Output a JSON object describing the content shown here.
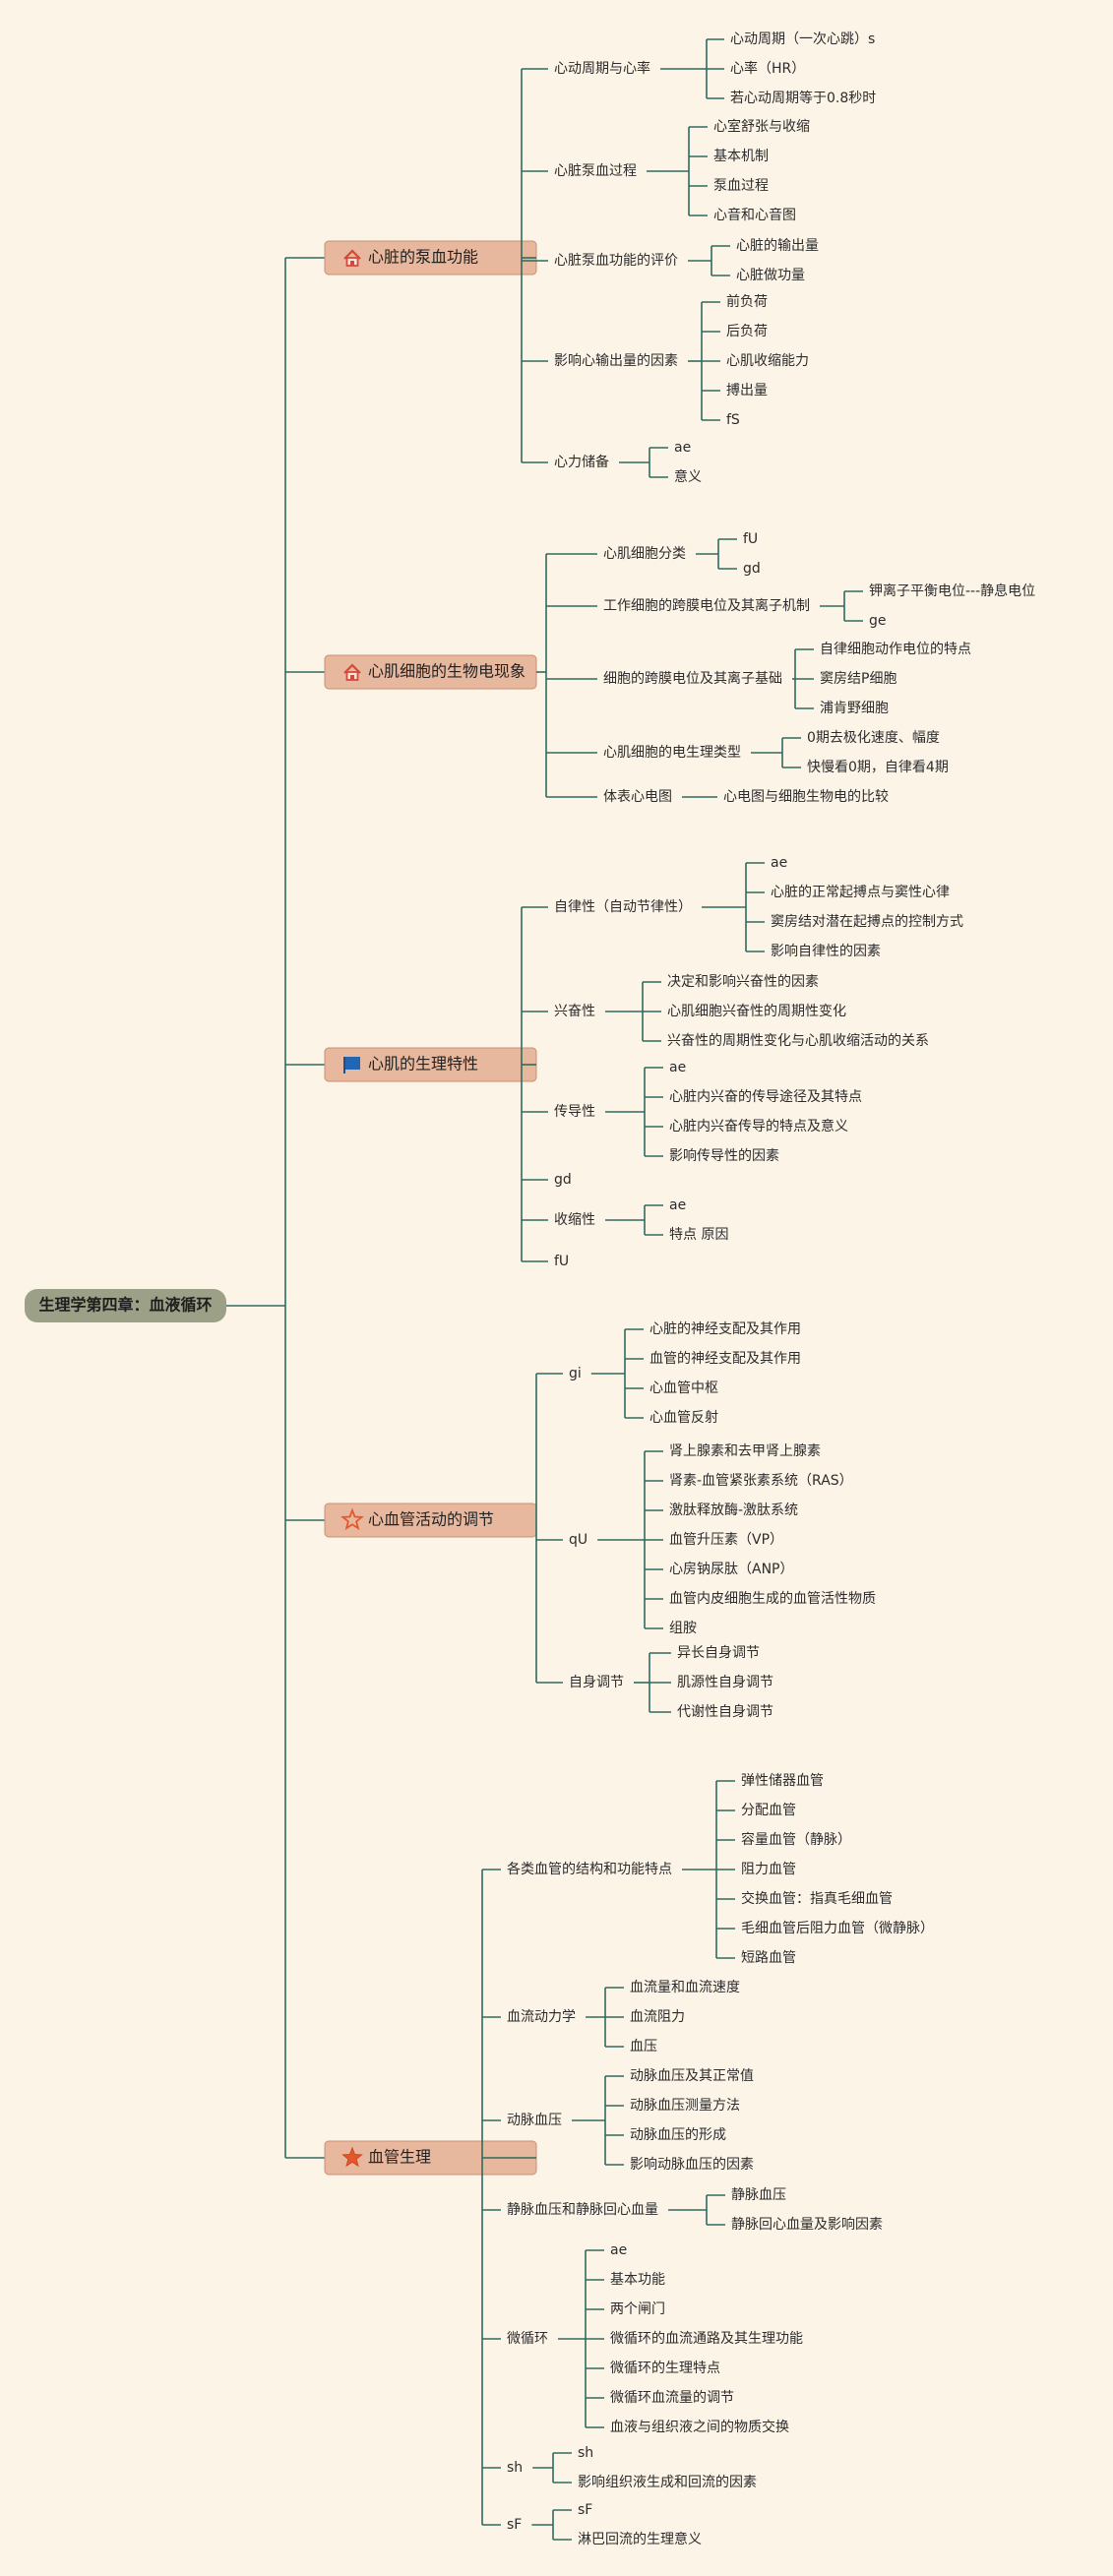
{
  "root": "生理学第四章：血液循环",
  "colors": {
    "line": "#2f6b5e",
    "root_box": "#9ba086",
    "main_box": "#e7b79e",
    "main_border": "#c98f74",
    "background": "#fdf4e8"
  },
  "sections": [
    {
      "label": "心脏的泵血功能",
      "icon": "home-icon",
      "children": [
        {
          "label": "心动周期与心率",
          "children": [
            {
              "label": "心动周期（一次心跳）s"
            },
            {
              "label": "心率（HR）"
            },
            {
              "label": "若心动周期等于0.8秒时"
            }
          ]
        },
        {
          "label": "心脏泵血过程",
          "children": [
            {
              "label": "心室舒张与收缩"
            },
            {
              "label": "基本机制"
            },
            {
              "label": "泵血过程"
            },
            {
              "label": "心音和心音图"
            }
          ]
        },
        {
          "label": "心脏泵血功能的评价",
          "children": [
            {
              "label": "心脏的输出量"
            },
            {
              "label": "心脏做功量"
            }
          ]
        },
        {
          "label": "影响心输出量的因素",
          "children": [
            {
              "label": "前负荷"
            },
            {
              "label": "后负荷"
            },
            {
              "label": "心肌收缩能力"
            },
            {
              "label": "搏出量"
            },
            {
              "label": "fS"
            }
          ]
        },
        {
          "label": "心力储备",
          "children": [
            {
              "label": "ae"
            },
            {
              "label": "意义"
            }
          ]
        }
      ]
    },
    {
      "label": "心肌细胞的生物电现象",
      "icon": "home-icon",
      "children": [
        {
          "label": "心肌细胞分类",
          "children": [
            {
              "label": "fU"
            },
            {
              "label": "gd"
            }
          ]
        },
        {
          "label": "工作细胞的跨膜电位及其离子机制",
          "children": [
            {
              "label": "钾离子平衡电位---静息电位"
            },
            {
              "label": "ge"
            }
          ]
        },
        {
          "label": "细胞的跨膜电位及其离子基础",
          "children": [
            {
              "label": "自律细胞动作电位的特点"
            },
            {
              "label": "窦房结P细胞"
            },
            {
              "label": "浦肯野细胞"
            }
          ]
        },
        {
          "label": "心肌细胞的电生理类型",
          "children": [
            {
              "label": "0期去极化速度、幅度"
            },
            {
              "label": "快慢看0期，自律看4期"
            }
          ]
        },
        {
          "label": "体表心电图",
          "children": [
            {
              "label": "心电图与细胞生物电的比较"
            }
          ]
        }
      ]
    },
    {
      "label": "心肌的生理特性",
      "icon": "flag-icon",
      "children": [
        {
          "label": "自律性（自动节律性）",
          "children": [
            {
              "label": "ae"
            },
            {
              "label": "心脏的正常起搏点与窦性心律"
            },
            {
              "label": "窦房结对潜在起搏点的控制方式"
            },
            {
              "label": "影响自律性的因素"
            }
          ]
        },
        {
          "label": "兴奋性",
          "children": [
            {
              "label": "决定和影响兴奋性的因素"
            },
            {
              "label": "心肌细胞兴奋性的周期性变化"
            },
            {
              "label": "兴奋性的周期性变化与心肌收缩活动的关系"
            }
          ]
        },
        {
          "label": "传导性",
          "children": [
            {
              "label": "ae"
            },
            {
              "label": "心脏内兴奋的传导途径及其特点"
            },
            {
              "label": "心脏内兴奋传导的特点及意义"
            },
            {
              "label": "影响传导性的因素"
            }
          ]
        },
        {
          "label": "gd",
          "children": []
        },
        {
          "label": "收缩性",
          "children": [
            {
              "label": "ae"
            },
            {
              "label": "特点 原因"
            }
          ]
        },
        {
          "label": "fU",
          "children": []
        }
      ]
    },
    {
      "label": "心血管活动的调节",
      "icon": "star-outline-icon",
      "children": [
        {
          "label": "gi",
          "children": [
            {
              "label": "心脏的神经支配及其作用"
            },
            {
              "label": "血管的神经支配及其作用"
            },
            {
              "label": "心血管中枢"
            },
            {
              "label": "心血管反射"
            }
          ]
        },
        {
          "label": "qU",
          "children": [
            {
              "label": "肾上腺素和去甲肾上腺素"
            },
            {
              "label": "肾素-血管紧张素系统（RAS）"
            },
            {
              "label": "激肽释放酶-激肽系统"
            },
            {
              "label": "血管升压素（VP）"
            },
            {
              "label": "心房钠尿肽（ANP）"
            },
            {
              "label": "血管内皮细胞生成的血管活性物质"
            },
            {
              "label": "组胺"
            }
          ]
        },
        {
          "label": "自身调节",
          "children": [
            {
              "label": "异长自身调节"
            },
            {
              "label": "肌源性自身调节"
            },
            {
              "label": "代谢性自身调节"
            }
          ]
        }
      ]
    },
    {
      "label": "血管生理",
      "icon": "star-filled-icon",
      "children": [
        {
          "label": "各类血管的结构和功能特点",
          "children": [
            {
              "label": "弹性储器血管"
            },
            {
              "label": "分配血管"
            },
            {
              "label": "容量血管（静脉）"
            },
            {
              "label": "阻力血管"
            },
            {
              "label": "交换血管：指真毛细血管"
            },
            {
              "label": "毛细血管后阻力血管（微静脉）"
            },
            {
              "label": "短路血管"
            }
          ]
        },
        {
          "label": "血流动力学",
          "children": [
            {
              "label": "血流量和血流速度"
            },
            {
              "label": "血流阻力"
            },
            {
              "label": "血压"
            }
          ]
        },
        {
          "label": "动脉血压",
          "children": [
            {
              "label": "动脉血压及其正常值"
            },
            {
              "label": "动脉血压测量方法"
            },
            {
              "label": "动脉血压的形成"
            },
            {
              "label": "影响动脉血压的因素"
            }
          ]
        },
        {
          "label": "静脉血压和静脉回心血量",
          "children": [
            {
              "label": "静脉血压"
            },
            {
              "label": "静脉回心血量及影响因素"
            }
          ]
        },
        {
          "label": "微循环",
          "children": [
            {
              "label": "ae"
            },
            {
              "label": "基本功能"
            },
            {
              "label": "两个闸门"
            },
            {
              "label": "微循环的血流通路及其生理功能"
            },
            {
              "label": "微循环的生理特点"
            },
            {
              "label": "微循环血流量的调节"
            },
            {
              "label": "血液与组织液之间的物质交换"
            }
          ]
        },
        {
          "label": "sh",
          "children": [
            {
              "label": "sh"
            },
            {
              "label": "影响组织液生成和回流的因素"
            }
          ]
        },
        {
          "label": "sF",
          "children": [
            {
              "label": "sF"
            },
            {
              "label": "淋巴回流的生理意义"
            }
          ]
        }
      ]
    }
  ]
}
